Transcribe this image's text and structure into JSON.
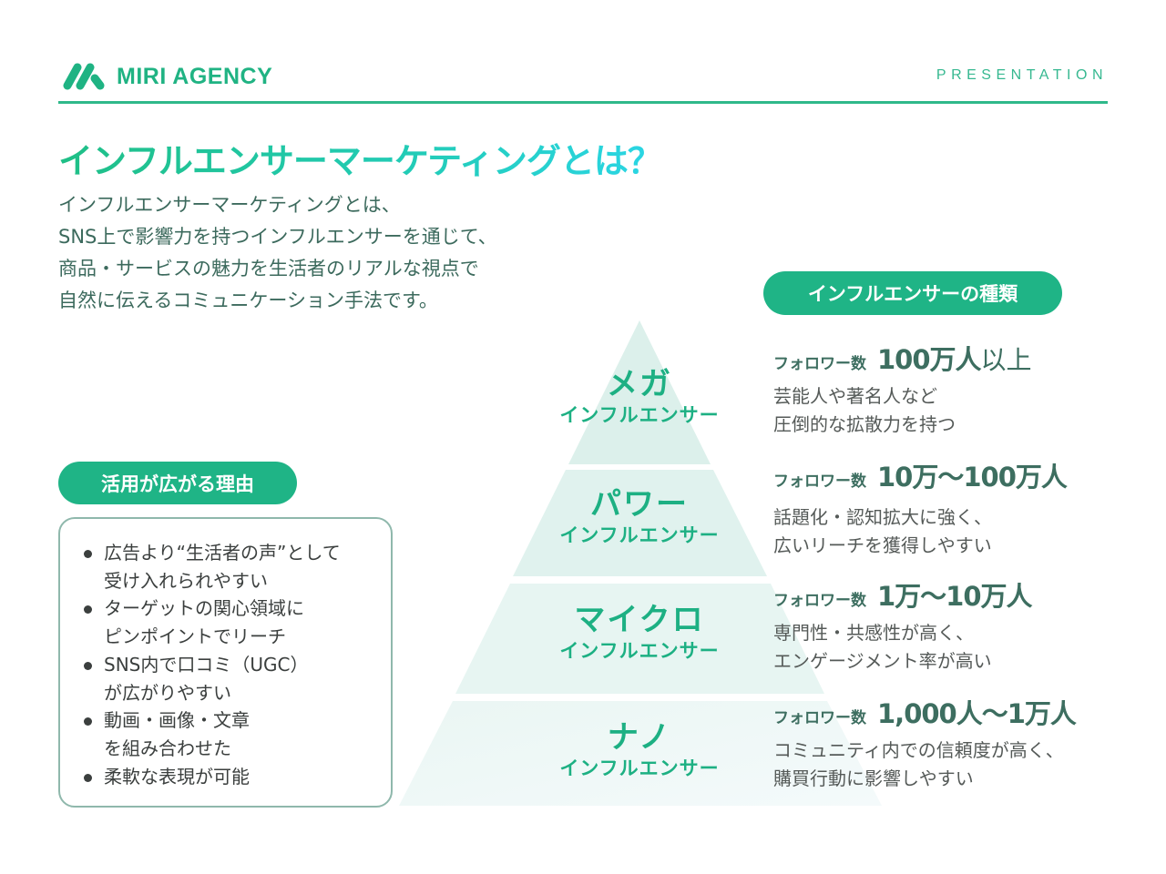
{
  "header": {
    "brand": "MIRI AGENCY",
    "logo_icon": "m-logo-icon",
    "tag": "PRESENTATION",
    "accent": "#20b383"
  },
  "title": "インフルエンサーマーケティングとは？",
  "intro": {
    "lines": [
      "インフルエンサーマーケティングとは、",
      "SNS上で影響力を持つインフルエンサーを通じて、",
      "商品・サービスの魅力を生活者のリアルな視点で",
      "自然に伝えるコミュニケーション手法です。"
    ]
  },
  "types": {
    "heading": "インフルエンサーの種類",
    "follower_label": "フォロワー数",
    "tiers": [
      {
        "name": "メガ",
        "sub": "インフルエンサー",
        "followers": "100万人",
        "followers_suffix": "以上",
        "desc": [
          "芸能人や著名人など",
          "圧倒的な拡散力を持つ"
        ]
      },
      {
        "name": "パワー",
        "sub": "インフルエンサー",
        "followers": "10万～100万人",
        "followers_suffix": "",
        "desc": [
          "話題化・認知拡大に強く、",
          "広いリーチを獲得しやすい"
        ]
      },
      {
        "name": "マイクロ",
        "sub": "インフルエンサー",
        "followers": "1万～10万人",
        "followers_suffix": "",
        "desc": [
          "専門性・共感性が高く、",
          "エンゲージメント率が高い"
        ]
      },
      {
        "name": "ナノ",
        "sub": "インフルエンサー",
        "followers": "1,000人～1万人",
        "followers_suffix": "",
        "desc": [
          "コミュニティ内での信頼度が高く、",
          "購買行動に影響しやすい"
        ]
      }
    ]
  },
  "reasons": {
    "heading": "活用が広がる理由",
    "items": [
      [
        "広告より“生活者の声”として",
        "受け入れられやすい"
      ],
      [
        "ターゲットの関心領域に",
        "ピンポイントでリーチ"
      ],
      [
        "SNS内で口コミ（UGC）",
        "が広がりやすい"
      ],
      [
        "動画・画像・文章",
        "を組み合わせた"
      ],
      [
        "柔軟な表現が可能"
      ]
    ]
  }
}
